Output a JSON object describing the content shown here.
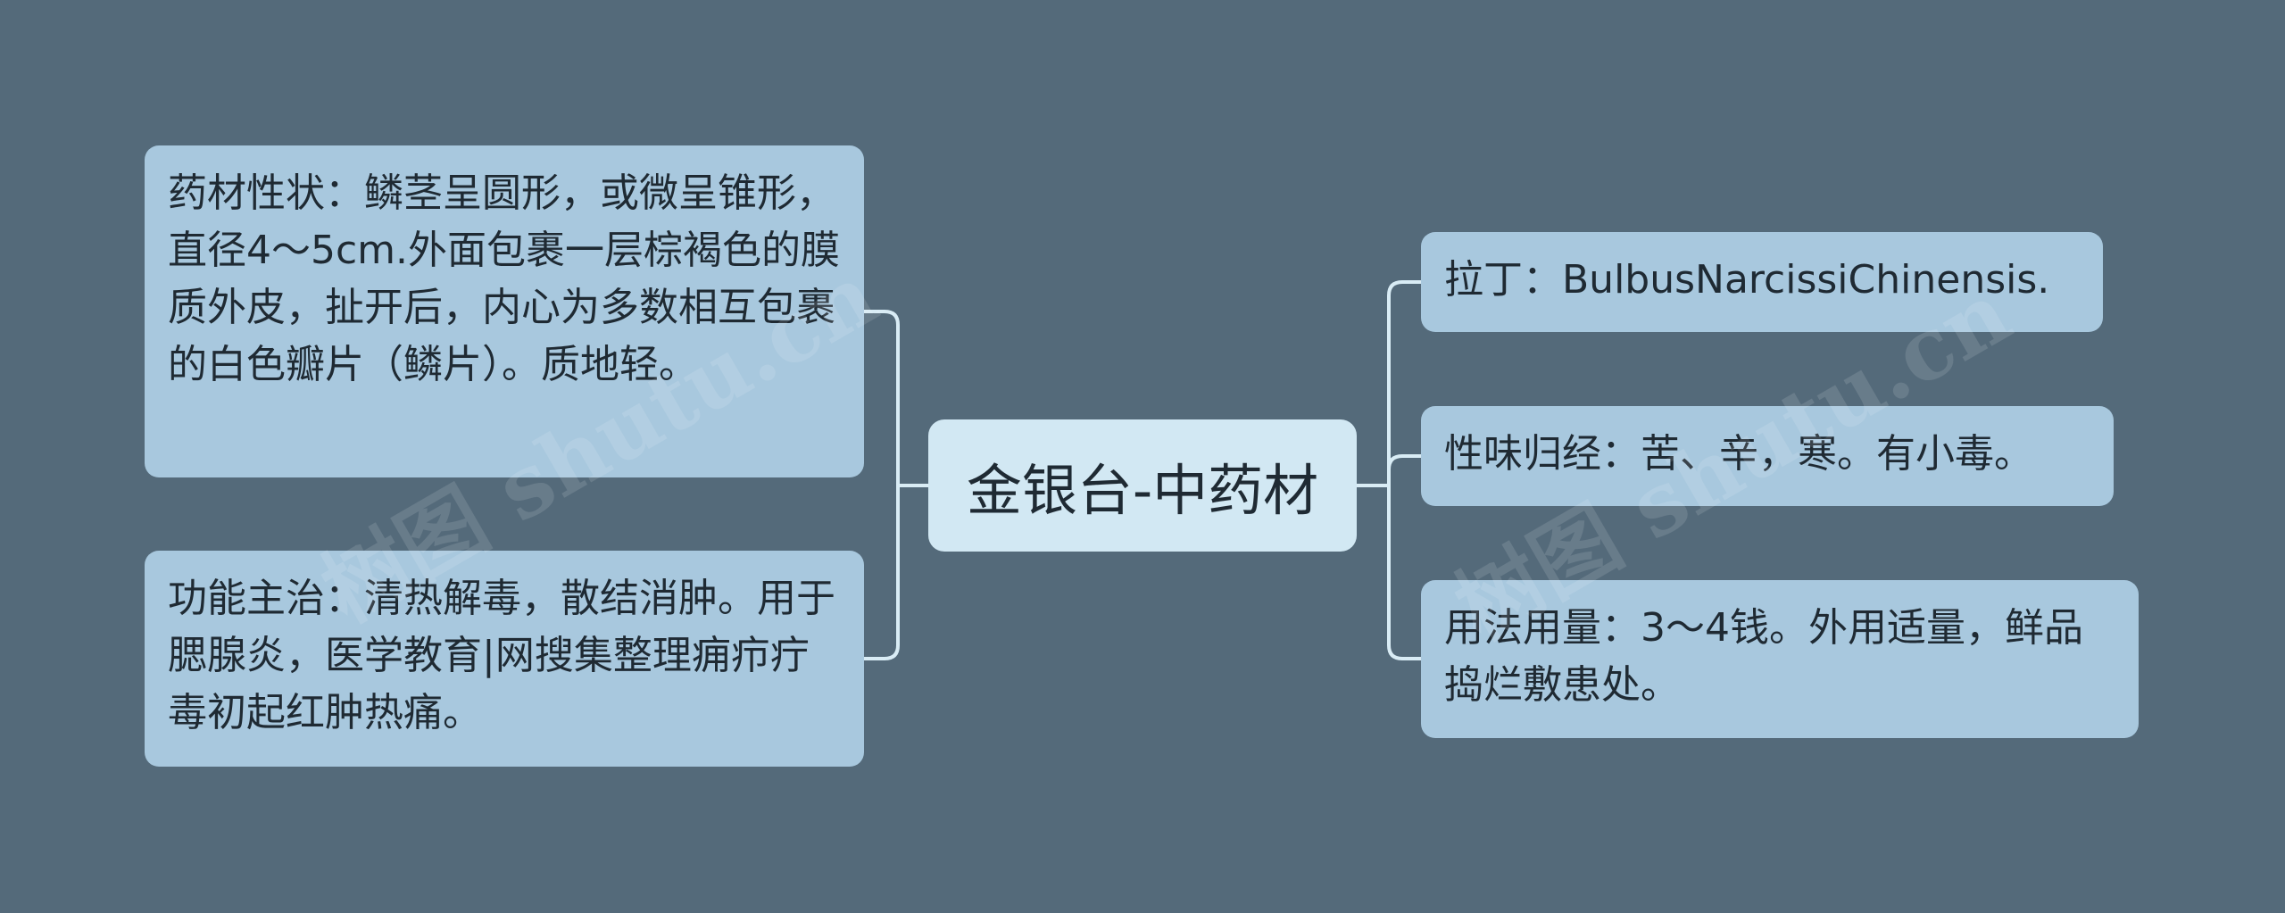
{
  "center": {
    "title": "金银台-中药材"
  },
  "left_nodes": [
    {
      "text": "药材性状：鳞茎呈圆形，或微呈锥形，直径4～5cm.外面包裹一层棕褐色的膜质外皮，扯开后，内心为多数相互包裹的白色瓣片（鳞片）。质地轻。"
    },
    {
      "text": "功能主治：清热解毒，散结消肿。用于腮腺炎，医学教育|网搜集整理痈疖疔毒初起红肿热痛。"
    }
  ],
  "right_nodes": [
    {
      "text": "拉丁：BulbusNarcissiChinensis."
    },
    {
      "text": "性味归经：苦、辛，寒。有小毒。"
    },
    {
      "text": "用法用量：3～4钱。外用适量，鲜品捣烂敷患处。"
    }
  ],
  "watermark": {
    "text": "树图 shutu.cn"
  },
  "colors": {
    "background": "#546a7a",
    "node_fill": "#a8c8de",
    "center_fill": "#d2e8f3",
    "connector": "#d9ecf5"
  }
}
